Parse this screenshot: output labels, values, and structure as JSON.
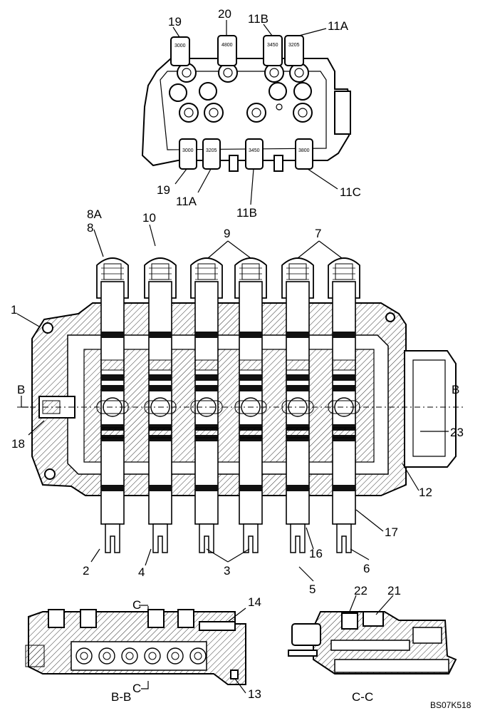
{
  "top_view": {
    "callouts_top": [
      "19",
      "20",
      "11B",
      "11A"
    ],
    "callouts_bottom": [
      "19",
      "11A",
      "11B",
      "11C"
    ],
    "top_cap_values": [
      "3000",
      "4800",
      "3450",
      "3205"
    ],
    "bottom_cap_values": [
      "3000",
      "3205",
      "3450",
      "3800"
    ]
  },
  "main_view": {
    "callouts": {
      "c8A": "8A",
      "c8": "8",
      "c10": "10",
      "c9": "9",
      "c7": "7",
      "c1": "1",
      "cB_left": "B",
      "cB_right": "B",
      "c18": "18",
      "c23": "23",
      "c12": "12",
      "c17": "17",
      "c2": "2",
      "c4": "4",
      "c3": "3",
      "c16": "16",
      "c6": "6",
      "c5": "5"
    }
  },
  "section_bb": {
    "title": "B-B",
    "c14": "14",
    "c13": "13",
    "cut_top": "C",
    "cut_bottom": "C"
  },
  "section_cc": {
    "title": "C-C",
    "c22": "22",
    "c21": "21"
  },
  "reference": "BS07K518"
}
